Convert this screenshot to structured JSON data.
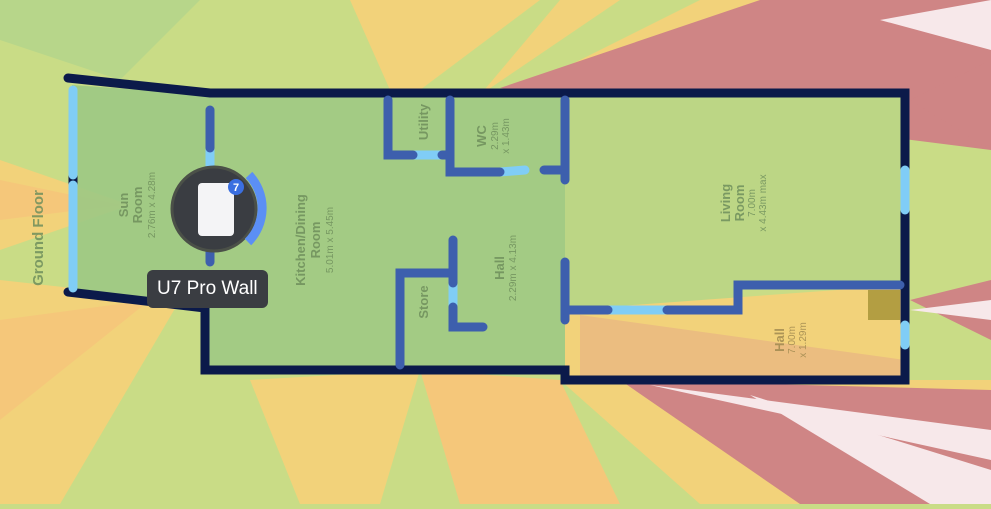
{
  "floor": {
    "label": "Ground Floor"
  },
  "rooms": [
    {
      "name": "Sun Room",
      "line2": "Room",
      "line1": "Sun",
      "dims": "2.76m x 4.28m"
    },
    {
      "name": "Kitchen/Dining Room",
      "line1": "Kitchen/Dining",
      "line2": "Room",
      "dims": "5.01m x 5.45m"
    },
    {
      "name": "Utility"
    },
    {
      "name": "WC",
      "dims1": "2.29m",
      "dims2": "x 1.43m"
    },
    {
      "name": "Hall",
      "dims": "2.29m x 4.13m"
    },
    {
      "name": "Store"
    },
    {
      "name": "Living Room",
      "line1": "Living",
      "line2": "Room",
      "dims1": "7.00m",
      "dims2": "x 4.43m max"
    },
    {
      "name": "Hall",
      "dims1": "7.00m",
      "dims2": "x 1.29m"
    }
  ],
  "access_point": {
    "name": "U7 Pro Wall",
    "badge": "7",
    "status_color": "#5b8ff5"
  },
  "colors": {
    "outer_wall": "#0b1a4a",
    "inner_wall": "#3d5fad",
    "opening": "#80cdf6",
    "signal_strong": "#9cc884",
    "signal_mid": "#c9dc86",
    "signal_weak": "#f2d27a",
    "signal_poor": "#cf8585"
  }
}
